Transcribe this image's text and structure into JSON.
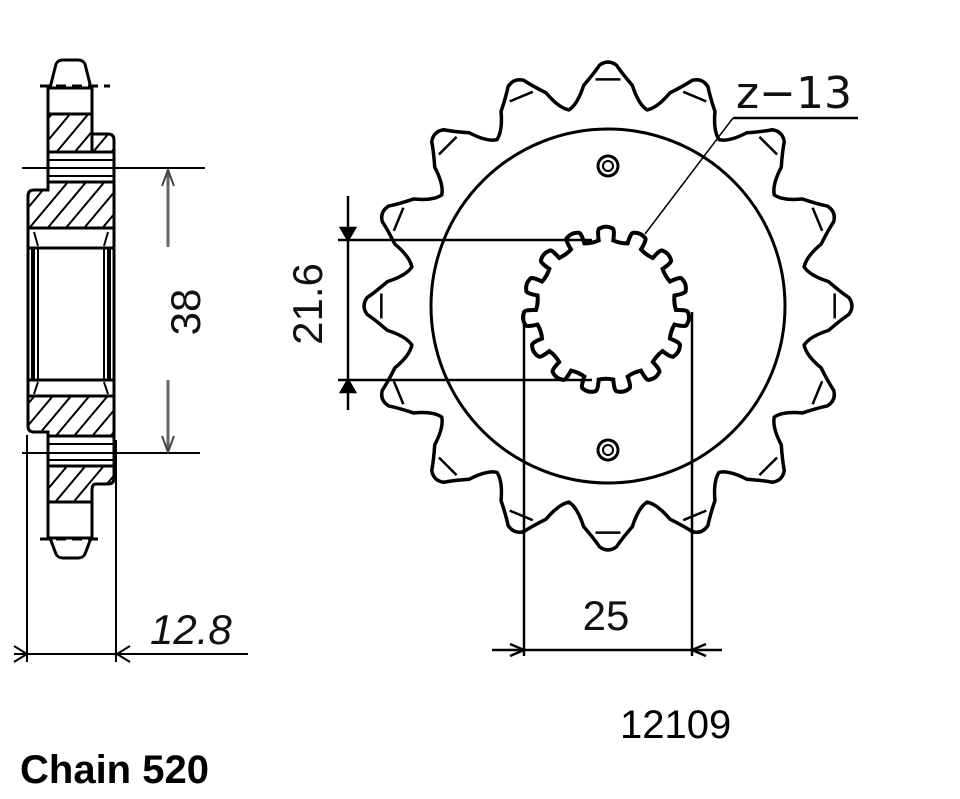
{
  "drawing": {
    "title": "Front sprocket technical drawing",
    "colors": {
      "line": "#000000",
      "dim_line": "#555555",
      "background": "#ffffff"
    },
    "side_view": {
      "dimension_height": "38",
      "dimension_width": "12.8"
    },
    "front_view": {
      "teeth_label": "z−13",
      "teeth_count_drawn": 16,
      "spline_height": "21.6",
      "spline_width": "25",
      "bolt_holes": 2
    },
    "part_number": "12109",
    "chain_label": "Chain 520"
  }
}
